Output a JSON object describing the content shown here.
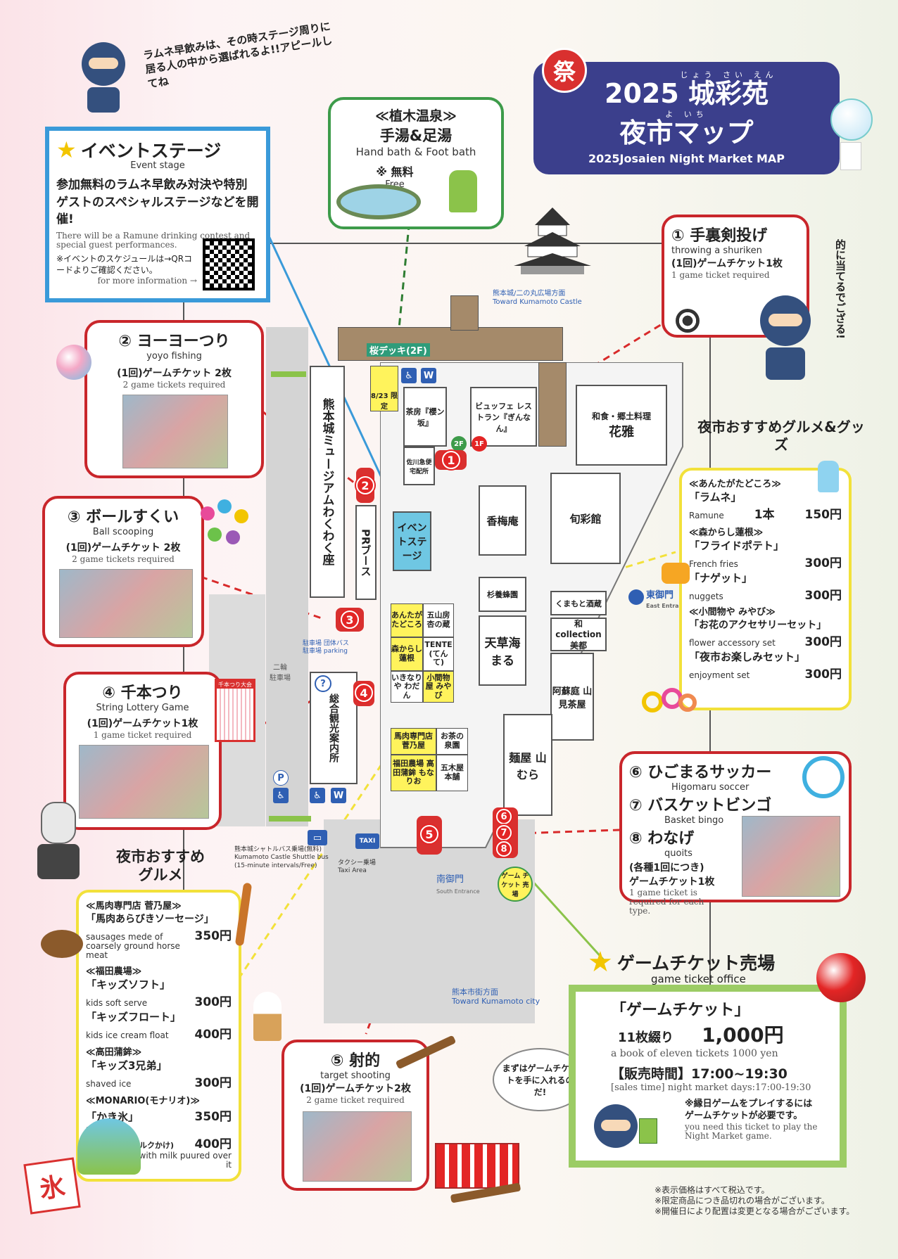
{
  "title": {
    "furi1": "じょう さい えん",
    "line1": "2025 城彩苑",
    "furi2": "よ いち",
    "line2": "夜市マップ",
    "en": "2025Josaien Night Market MAP",
    "badge": "祭"
  },
  "ninja_note": "ラムネ早飲みは、その時ステージ周りに居る人の中から選ばれるよ!!アピールしてね",
  "stage": {
    "title": "イベントステージ",
    "en": "Event stage",
    "desc": "参加無料のラムネ早飲み対決や特別ゲストのスペシャルステージなどを開催!",
    "desc_en": "There will be a Ramune drinking contest and special guest performances.",
    "note": "※イベントのスケジュールは→QRコードよりご確認ください。",
    "note_en": "for more information →"
  },
  "onsen": {
    "title": "≪植木温泉≫",
    "sub": "手湯&足湯",
    "en": "Hand bath & Foot bath",
    "free": "※ 無料",
    "free_en": "Free"
  },
  "games": {
    "g1": {
      "title": "① 手裏剣投げ",
      "en": "throwing a shuriken",
      "ticket": "(1回)ゲームチケット1枚",
      "req": "1 game ticket required"
    },
    "g2": {
      "title": "② ヨーヨーつり",
      "en": "yoyo fishing",
      "ticket": "(1回)ゲームチケット 2枚",
      "req": "2 game tickets required"
    },
    "g3": {
      "title": "③ ボールすくい",
      "en": "Ball scooping",
      "ticket": "(1回)ゲームチケット 2枚",
      "req": "2 game tickets required"
    },
    "g4": {
      "title": "④ 千本つり",
      "en": "String Lottery Game",
      "ticket": "(1回)ゲームチケット1枚",
      "req": "1 game ticket required"
    },
    "g5": {
      "title": "⑤ 射的",
      "en": "target shooting",
      "ticket": "(1回)ゲームチケット2枚",
      "req": "2 game ticket required"
    },
    "g678": {
      "t6": "⑥ ひごまるサッカー",
      "e6": "Higomaru soccer",
      "t7": "⑦ バスケットビンゴ",
      "e7": "Basket bingo",
      "t8": "⑧ わなげ",
      "e8": "quoits",
      "ticket1": "(各種1回につき)",
      "ticket2": "ゲームチケット1枚",
      "req": "1 game ticket is required for each type."
    }
  },
  "ninja_right": "的に当てるでござる!",
  "goods": {
    "heading": "夜市おすすめグルメ&グッズ",
    "s1": "≪あんたがたどころ≫",
    "i1": "「ラムネ」",
    "e1": "Ramune",
    "q1": "1本",
    "p1": "150円",
    "s2": "≪森からし蓮根≫",
    "i2": "「フライドポテト」",
    "e2": "French fries",
    "p2": "300円",
    "i3": "「ナゲット」",
    "e3": "nuggets",
    "p3": "300円",
    "s3": "≪小間物や みやび≫",
    "i4": "「お花のアクセサリーセット」",
    "e4": "flower accessory set",
    "p4": "300円",
    "i5": "「夜市お楽しみセット」",
    "e5": "enjoyment set",
    "p5": "300円"
  },
  "gourmet": {
    "heading1": "夜市おすすめ",
    "heading2": "グルメ",
    "s1": "≪馬肉専門店 菅乃屋≫",
    "i1": "「馬肉あらびきソーセージ」",
    "e1": "sausages mede of coarsely ground horse meat",
    "p1": "350円",
    "s2": "≪福田農場≫",
    "i2": "「キッズソフト」",
    "e2": "kids soft serve",
    "p2": "300円",
    "i3": "「キッズフロート」",
    "e3": "kids ice cream float",
    "p3": "400円",
    "s3": "≪高田蒲鉾≫",
    "i4": "「キッズ3兄弟」",
    "e4": "shaved ice",
    "p4": "300円",
    "s4": "≪MONARIO(モナリオ)≫",
    "i5": "「かき氷」",
    "e5": "shaved ice",
    "p5": "350円",
    "i6": "(ミルクかけ)",
    "p6": "400円",
    "e6": "shaved ice with milk puured over it",
    "ice": "氷"
  },
  "ticket": {
    "heading": "ゲームチケット売場",
    "en": "game ticket office",
    "name": "「ゲームチケット」",
    "count": "11枚綴り",
    "price": "1,000円",
    "price_en": "a book of eleven tickets 1000 yen",
    "time": "【販売時間】17:00~19:30",
    "time_en": "[sales time] night market days:17:00-19:30",
    "note": "※縁日ゲームをプレイするにはゲームチケットが必要です。",
    "note_en": "you need this ticket to play the Night Market game."
  },
  "bubble": "まずはゲームチケットを手に入れるのだ!",
  "footnotes": [
    "※表示価格はすべて税込です。",
    "※限定商品につき品切れの場合がございます。",
    "※開催日により配置は変更となる場合がございます。"
  ],
  "map": {
    "to_castle": "熊本城/二の丸広場方面",
    "to_castle_en": "Toward Kumamoto Castle",
    "deck": "桜デッキ(2F)",
    "limited": "8/23 限定",
    "saryo": "茶房『櫻ン坂』",
    "buffet": "ビュッフェ レストラン『ぎんなん』",
    "sagawa": "佐川急便 宅配所",
    "washoku": "和食・郷土料理",
    "hanaga": "花雅",
    "museum": "熊本城ミュージアムわくわく座",
    "pr": "PRブース",
    "stage": "イベントステージ",
    "kobaian": "香梅庵",
    "shunsai": "旬彩館",
    "suginoya": "杉養蜂園",
    "amakusa": "天草海まる",
    "kumamoto": "くまもと酒蔵",
    "wacollection": "和collection 美都",
    "aso": "阿蘇庭 山見茶屋",
    "menya": "麺屋 山むら",
    "y1": "あんたがたどころ",
    "y2": "五山房 杏の蔵",
    "y3": "森からし 蓮根",
    "y4": "TENTE (てんて)",
    "y5": "いきなりや わだん",
    "y6": "小間物屋 みやび",
    "y7": "馬肉専門店 菅乃屋",
    "y8": "お茶の 泉園",
    "y9": "福田農場 高田蒲鉾 もなりお",
    "y10": "五木屋 本舗",
    "east": "東御門",
    "east_en": "East Entrance",
    "south": "南御門",
    "south_en": "South Entrance",
    "parking": "駐車場 団体バス駐車場 parking",
    "info": "INFO",
    "tourism": "総合観光案内所",
    "lot": "二輪 駐車場",
    "shuttle": "熊本城シャトルバス乗場(無料)",
    "shuttle_en": "Kumamoto Castle Shuttle bus (15-minute intervals/Free)",
    "taxi": "タクシー乗場",
    "taxi_en": "Taxi Area",
    "ticketspot": "ゲーム チケット 売場",
    "to_city": "熊本市街方面",
    "to_city_en": "Toward Kumamoto city",
    "m1": "1",
    "m2": "2",
    "m3": "3",
    "m4": "4",
    "m5": "5",
    "m6": "6",
    "m7": "7",
    "m8": "8",
    "taxi_icon": "TAXI",
    "sentai": "千本つり大会"
  }
}
